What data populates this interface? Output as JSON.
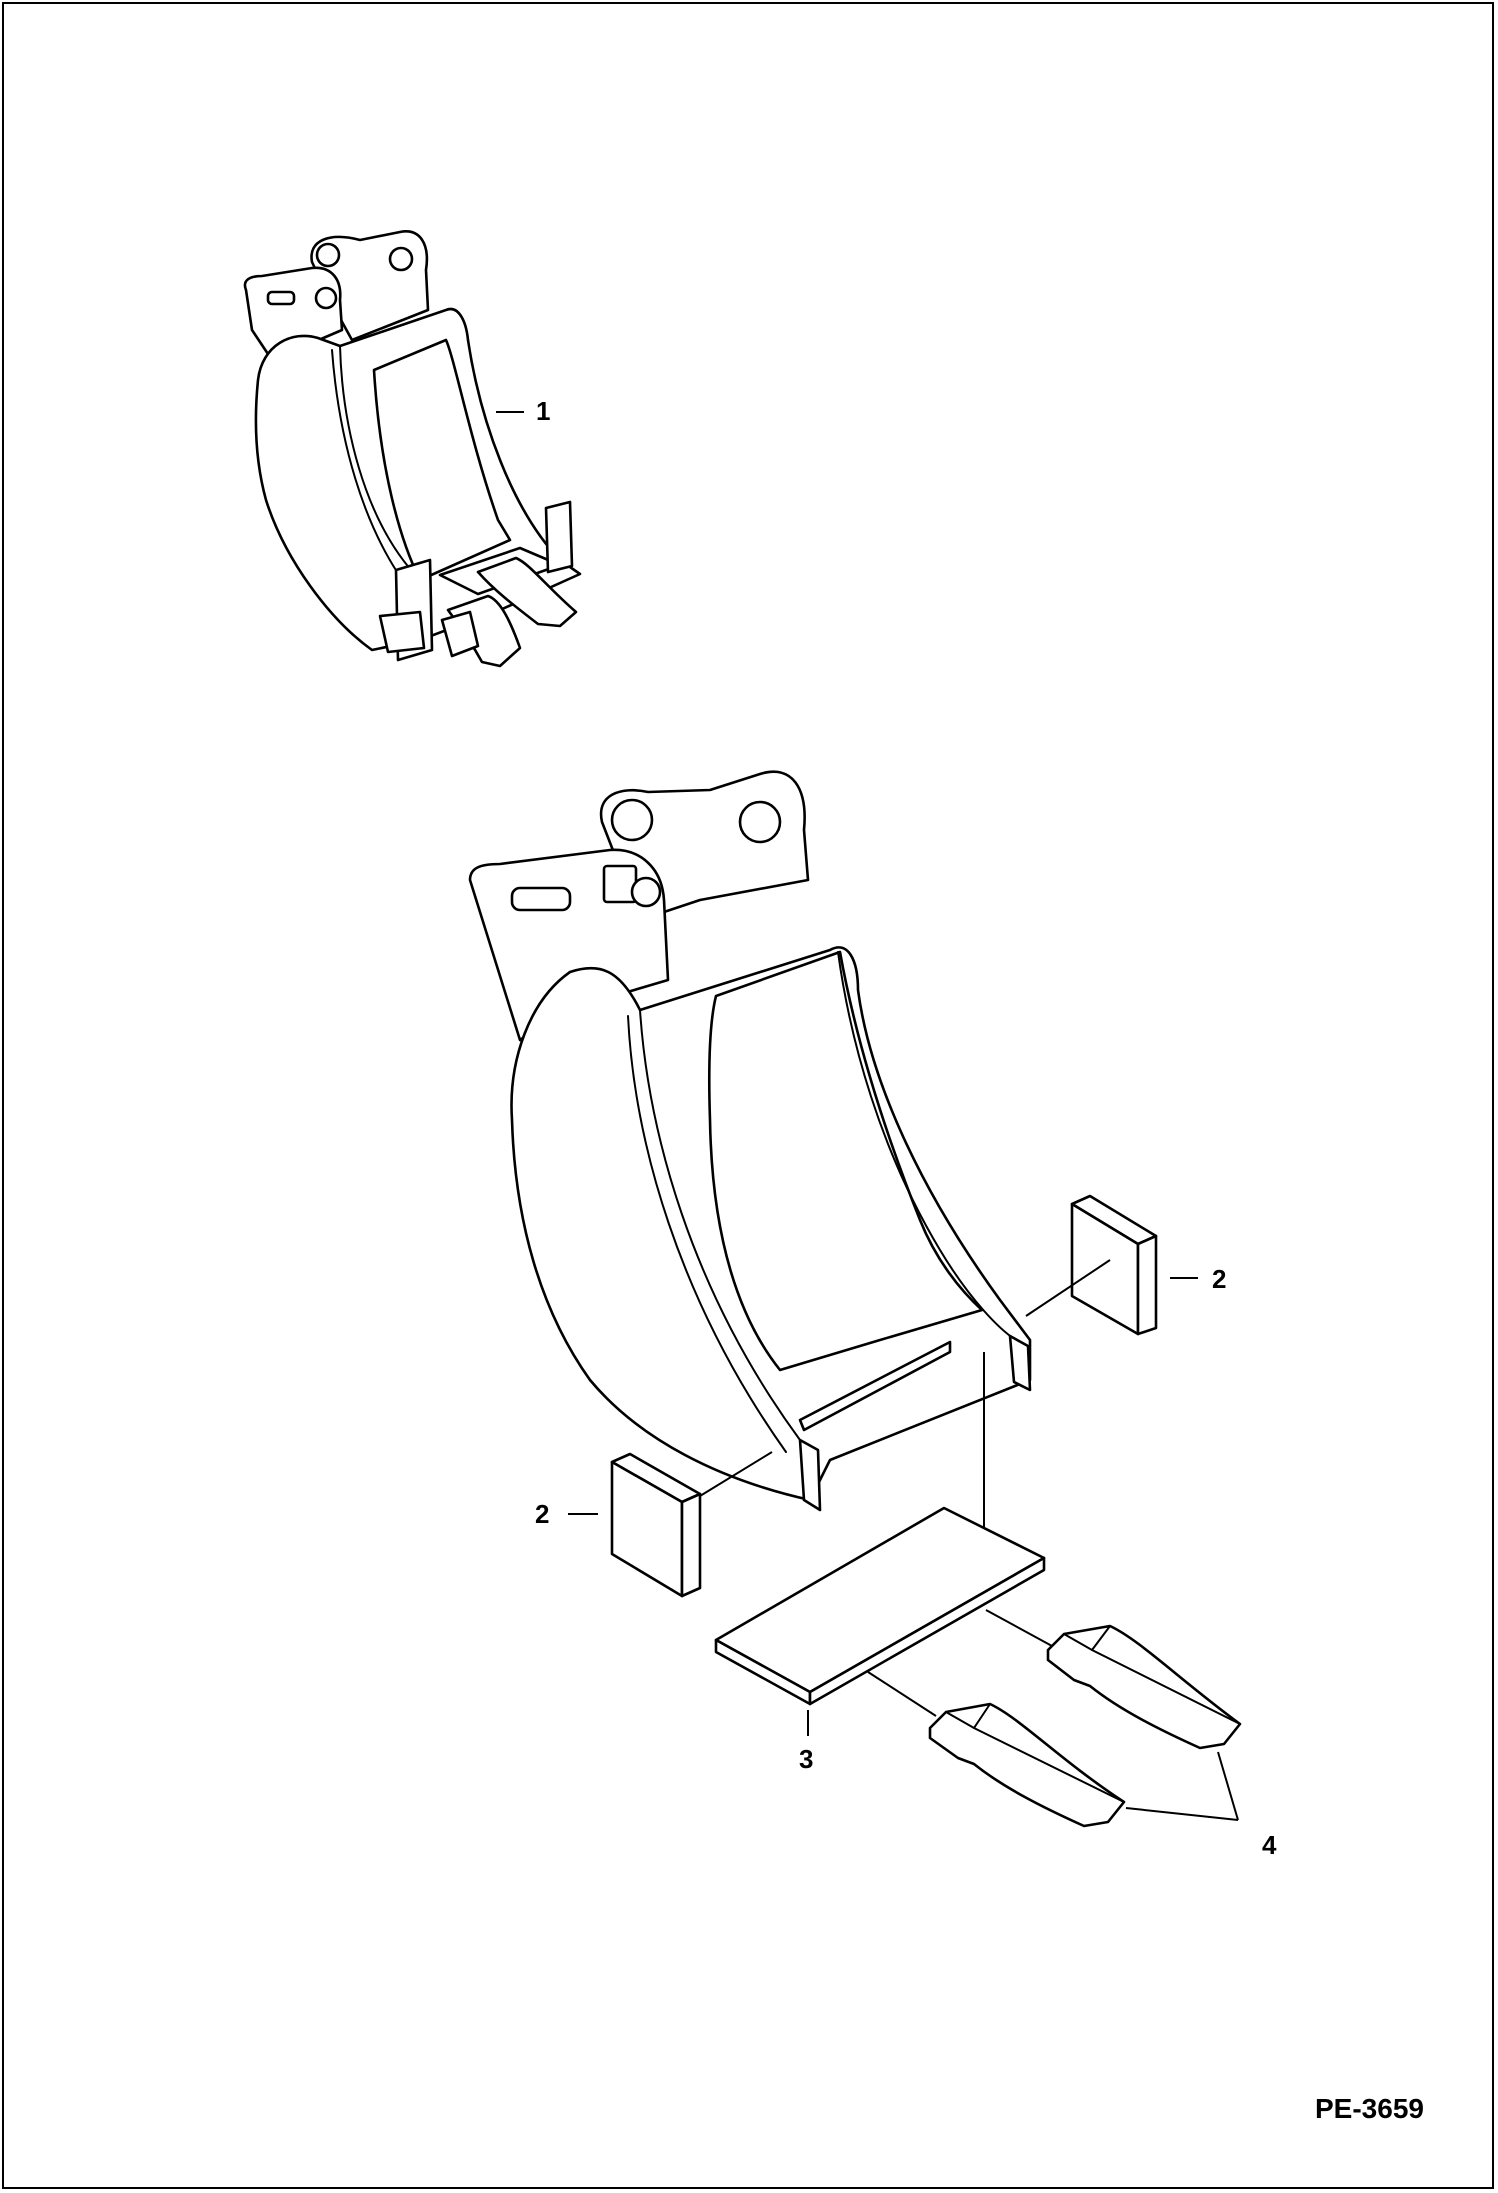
{
  "diagram": {
    "callouts": [
      {
        "id": "c1",
        "label": "1"
      },
      {
        "id": "c2r",
        "label": "2"
      },
      {
        "id": "c2l",
        "label": "2"
      },
      {
        "id": "c3",
        "label": "3"
      },
      {
        "id": "c4",
        "label": "4"
      }
    ],
    "reference_code": "PE-3659"
  }
}
